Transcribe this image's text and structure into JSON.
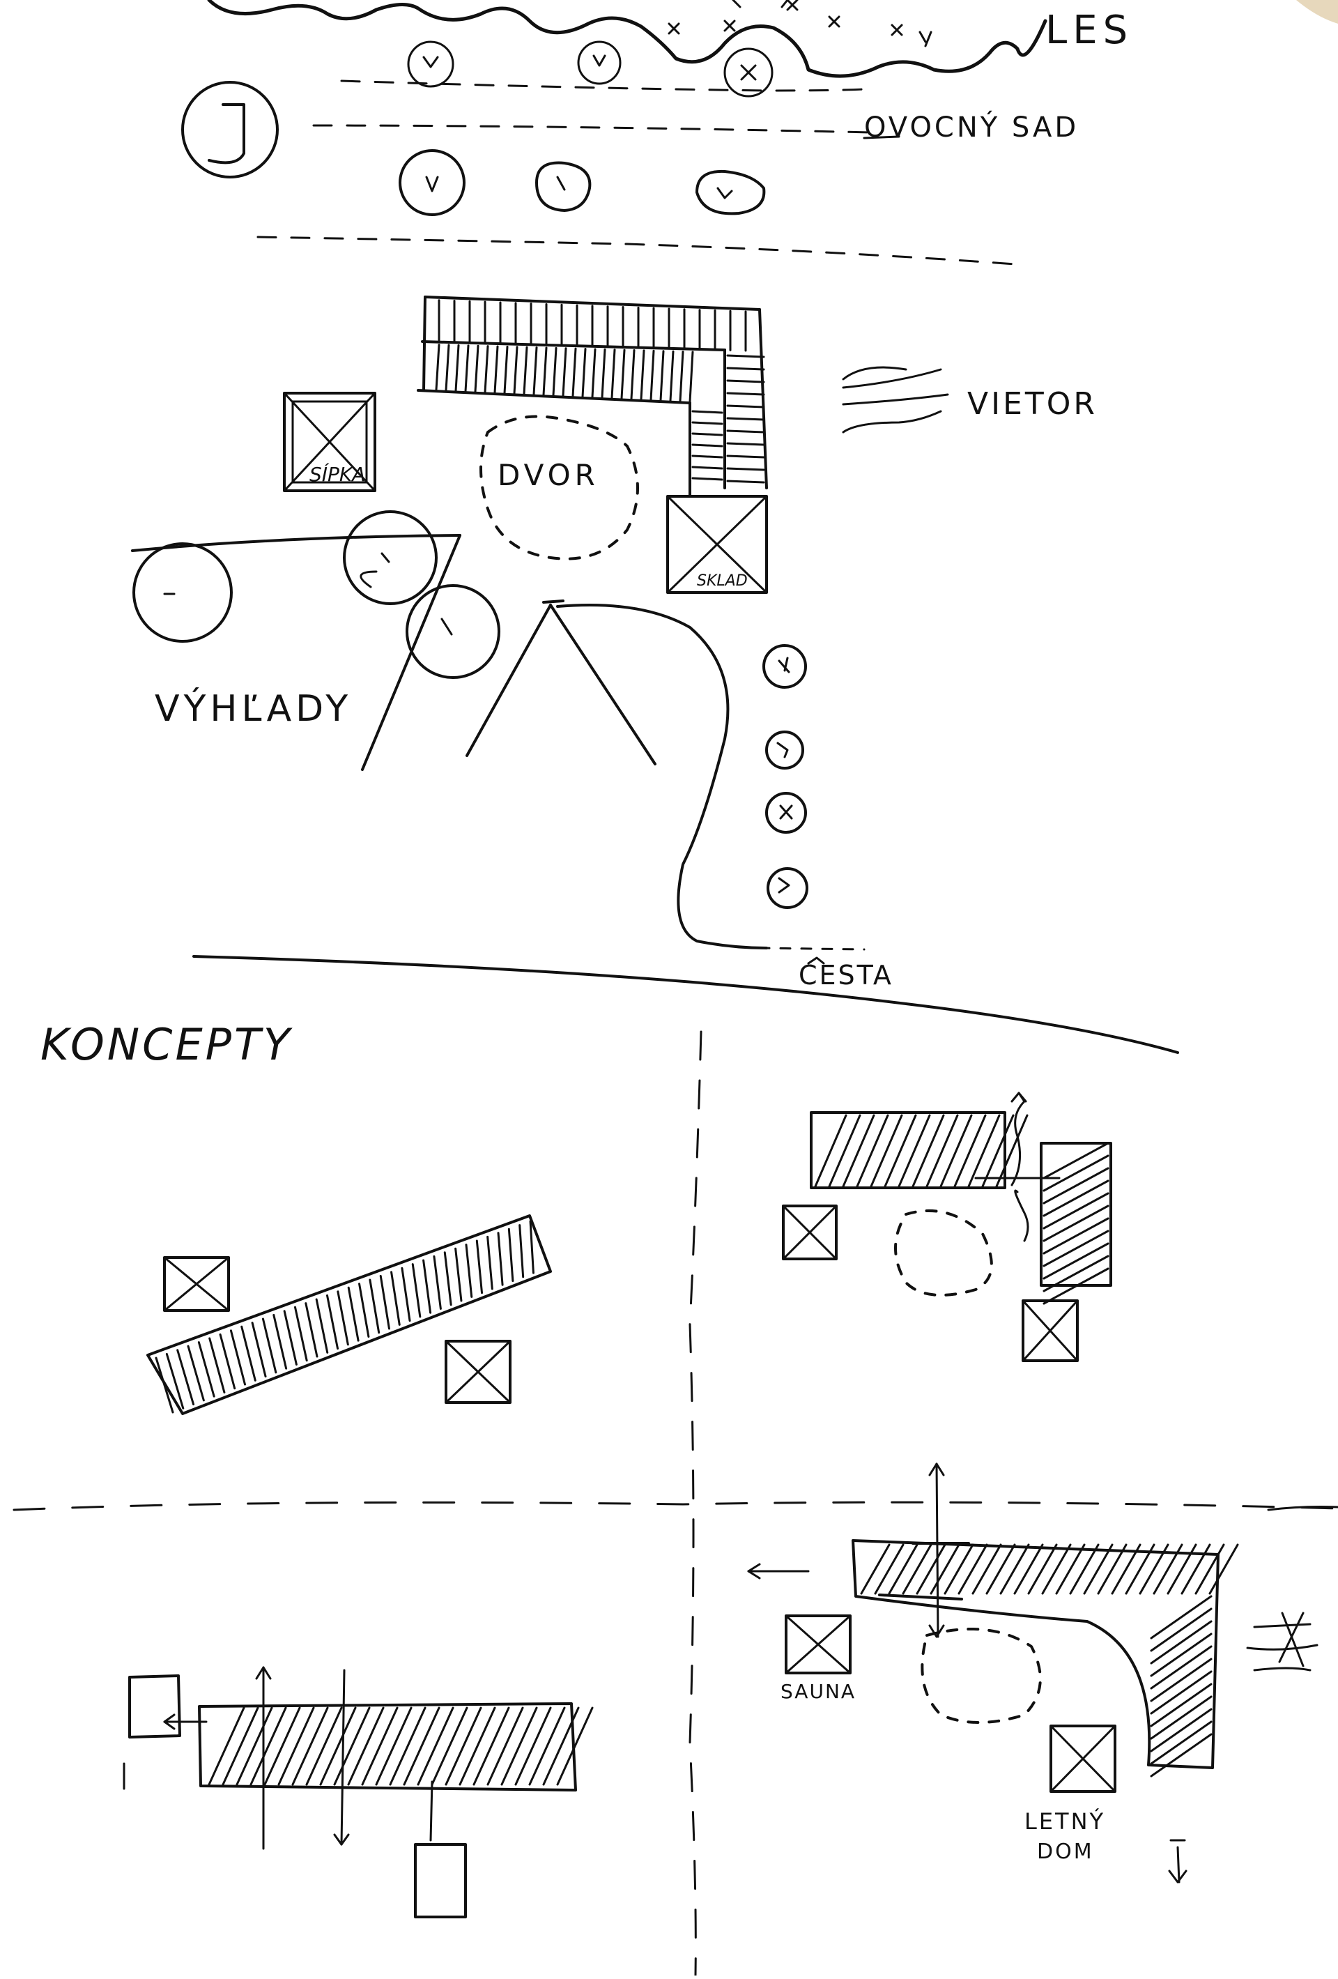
{
  "labels": {
    "forest": "LES",
    "orchard": "OVOCNÝ SAD",
    "wind": "VIETOR",
    "courtyard": "DVOR",
    "barn": "SÍPKA",
    "storage": "SKLAD",
    "views": "VÝHĽADY",
    "road": "CESTA",
    "concepts": "KONCEPTY",
    "sauna": "SAUNA",
    "summer_house_line1": "LETNÝ",
    "summer_house_line2": "DOM"
  },
  "colors": {
    "ink": "#111111",
    "paper": "#ffffff",
    "corner_stain": "#c9a86a"
  }
}
